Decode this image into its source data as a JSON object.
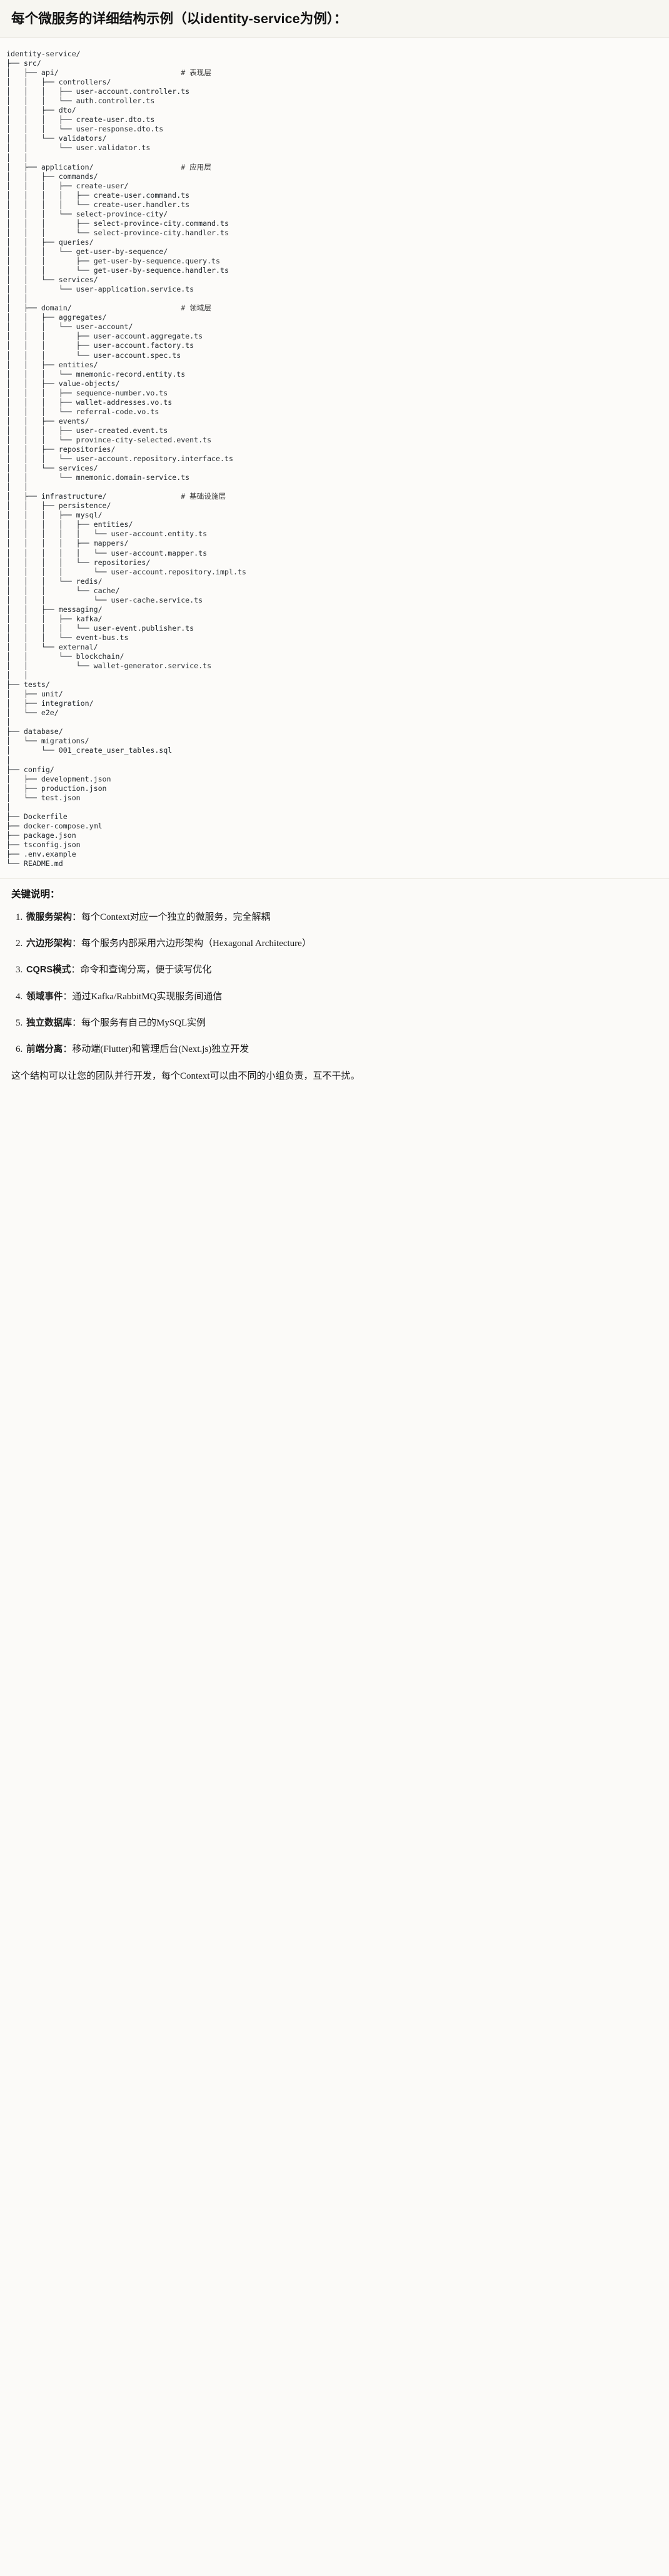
{
  "heading": "每个微服务的详细结构示例（以identity-service为例）：",
  "code_block": {
    "language": "text",
    "lines": [
      {
        "path": "identity-service/",
        "comment": ""
      },
      {
        "path": "├── src/",
        "comment": ""
      },
      {
        "path": "│   ├── api/",
        "comment": "# 表现层"
      },
      {
        "path": "│   │   ├── controllers/",
        "comment": ""
      },
      {
        "path": "│   │   │   ├── user-account.controller.ts",
        "comment": ""
      },
      {
        "path": "│   │   │   └── auth.controller.ts",
        "comment": ""
      },
      {
        "path": "│   │   ├── dto/",
        "comment": ""
      },
      {
        "path": "│   │   │   ├── create-user.dto.ts",
        "comment": ""
      },
      {
        "path": "│   │   │   └── user-response.dto.ts",
        "comment": ""
      },
      {
        "path": "│   │   └── validators/",
        "comment": ""
      },
      {
        "path": "│   │       └── user.validator.ts",
        "comment": ""
      },
      {
        "path": "│   │",
        "comment": ""
      },
      {
        "path": "│   ├── application/",
        "comment": "# 应用层"
      },
      {
        "path": "│   │   ├── commands/",
        "comment": ""
      },
      {
        "path": "│   │   │   ├── create-user/",
        "comment": ""
      },
      {
        "path": "│   │   │   │   ├── create-user.command.ts",
        "comment": ""
      },
      {
        "path": "│   │   │   │   └── create-user.handler.ts",
        "comment": ""
      },
      {
        "path": "│   │   │   └── select-province-city/",
        "comment": ""
      },
      {
        "path": "│   │   │       ├── select-province-city.command.ts",
        "comment": ""
      },
      {
        "path": "│   │   │       └── select-province-city.handler.ts",
        "comment": ""
      },
      {
        "path": "│   │   ├── queries/",
        "comment": ""
      },
      {
        "path": "│   │   │   └── get-user-by-sequence/",
        "comment": ""
      },
      {
        "path": "│   │   │       ├── get-user-by-sequence.query.ts",
        "comment": ""
      },
      {
        "path": "│   │   │       └── get-user-by-sequence.handler.ts",
        "comment": ""
      },
      {
        "path": "│   │   └── services/",
        "comment": ""
      },
      {
        "path": "│   │       └── user-application.service.ts",
        "comment": ""
      },
      {
        "path": "│   │",
        "comment": ""
      },
      {
        "path": "│   ├── domain/",
        "comment": "# 领域层"
      },
      {
        "path": "│   │   ├── aggregates/",
        "comment": ""
      },
      {
        "path": "│   │   │   └── user-account/",
        "comment": ""
      },
      {
        "path": "│   │   │       ├── user-account.aggregate.ts",
        "comment": ""
      },
      {
        "path": "│   │   │       ├── user-account.factory.ts",
        "comment": ""
      },
      {
        "path": "│   │   │       └── user-account.spec.ts",
        "comment": ""
      },
      {
        "path": "│   │   ├── entities/",
        "comment": ""
      },
      {
        "path": "│   │   │   └── mnemonic-record.entity.ts",
        "comment": ""
      },
      {
        "path": "│   │   ├── value-objects/",
        "comment": ""
      },
      {
        "path": "│   │   │   ├── sequence-number.vo.ts",
        "comment": ""
      },
      {
        "path": "│   │   │   ├── wallet-addresses.vo.ts",
        "comment": ""
      },
      {
        "path": "│   │   │   └── referral-code.vo.ts",
        "comment": ""
      },
      {
        "path": "│   │   ├── events/",
        "comment": ""
      },
      {
        "path": "│   │   │   ├── user-created.event.ts",
        "comment": ""
      },
      {
        "path": "│   │   │   └── province-city-selected.event.ts",
        "comment": ""
      },
      {
        "path": "│   │   ├── repositories/",
        "comment": ""
      },
      {
        "path": "│   │   │   └── user-account.repository.interface.ts",
        "comment": ""
      },
      {
        "path": "│   │   └── services/",
        "comment": ""
      },
      {
        "path": "│   │       └── mnemonic.domain-service.ts",
        "comment": ""
      },
      {
        "path": "│   │",
        "comment": ""
      },
      {
        "path": "│   ├── infrastructure/",
        "comment": "# 基础设施层"
      },
      {
        "path": "│   │   ├── persistence/",
        "comment": ""
      },
      {
        "path": "│   │   │   ├── mysql/",
        "comment": ""
      },
      {
        "path": "│   │   │   │   ├── entities/",
        "comment": ""
      },
      {
        "path": "│   │   │   │   │   └── user-account.entity.ts",
        "comment": ""
      },
      {
        "path": "│   │   │   │   ├── mappers/",
        "comment": ""
      },
      {
        "path": "│   │   │   │   │   └── user-account.mapper.ts",
        "comment": ""
      },
      {
        "path": "│   │   │   │   └── repositories/",
        "comment": ""
      },
      {
        "path": "│   │   │   │       └── user-account.repository.impl.ts",
        "comment": ""
      },
      {
        "path": "│   │   │   └── redis/",
        "comment": ""
      },
      {
        "path": "│   │   │       └── cache/",
        "comment": ""
      },
      {
        "path": "│   │   │           └── user-cache.service.ts",
        "comment": ""
      },
      {
        "path": "│   │   ├── messaging/",
        "comment": ""
      },
      {
        "path": "│   │   │   ├── kafka/",
        "comment": ""
      },
      {
        "path": "│   │   │   │   └── user-event.publisher.ts",
        "comment": ""
      },
      {
        "path": "│   │   │   └── event-bus.ts",
        "comment": ""
      },
      {
        "path": "│   │   └── external/",
        "comment": ""
      },
      {
        "path": "│   │       └── blockchain/",
        "comment": ""
      },
      {
        "path": "│   │           └── wallet-generator.service.ts",
        "comment": ""
      },
      {
        "path": "│   │",
        "comment": ""
      },
      {
        "path": "├── tests/",
        "comment": ""
      },
      {
        "path": "│   ├── unit/",
        "comment": ""
      },
      {
        "path": "│   ├── integration/",
        "comment": ""
      },
      {
        "path": "│   └── e2e/",
        "comment": ""
      },
      {
        "path": "│",
        "comment": ""
      },
      {
        "path": "├── database/",
        "comment": ""
      },
      {
        "path": "│   └── migrations/",
        "comment": ""
      },
      {
        "path": "│       └── 001_create_user_tables.sql",
        "comment": ""
      },
      {
        "path": "│",
        "comment": ""
      },
      {
        "path": "├── config/",
        "comment": ""
      },
      {
        "path": "│   ├── development.json",
        "comment": ""
      },
      {
        "path": "│   ├── production.json",
        "comment": ""
      },
      {
        "path": "│   └── test.json",
        "comment": ""
      },
      {
        "path": "│",
        "comment": ""
      },
      {
        "path": "├── Dockerfile",
        "comment": ""
      },
      {
        "path": "├── docker-compose.yml",
        "comment": ""
      },
      {
        "path": "├── package.json",
        "comment": ""
      },
      {
        "path": "├── tsconfig.json",
        "comment": ""
      },
      {
        "path": "├── .env.example",
        "comment": ""
      },
      {
        "path": "└── README.md",
        "comment": ""
      }
    ]
  },
  "notes": {
    "title": "关键说明：",
    "items": [
      {
        "lead": "微服务架构",
        "body": "：每个Context对应一个独立的微服务，完全解耦"
      },
      {
        "lead": "六边形架构",
        "body": "：每个服务内部采用六边形架构（Hexagonal Architecture）"
      },
      {
        "lead": "CQRS模式",
        "body": "：命令和查询分离，便于读写优化"
      },
      {
        "lead": "领域事件",
        "body": "：通过Kafka/RabbitMQ实现服务间通信"
      },
      {
        "lead": "独立数据库",
        "body": "：每个服务有自己的MySQL实例"
      },
      {
        "lead": "前端分离",
        "body": "：移动端(Flutter)和管理后台(Next.js)独立开发"
      }
    ],
    "closing": "这个结构可以让您的团队并行开发，每个Context可以由不同的小组负责，互不干扰。"
  },
  "colors": {
    "page_background": "#fbfaf8",
    "heading_background": "#f7f6f1",
    "code_background": "#fcfbf9",
    "text": "#1c1c1c",
    "code_text": "#24292e",
    "divider": "#e3e0d8"
  }
}
